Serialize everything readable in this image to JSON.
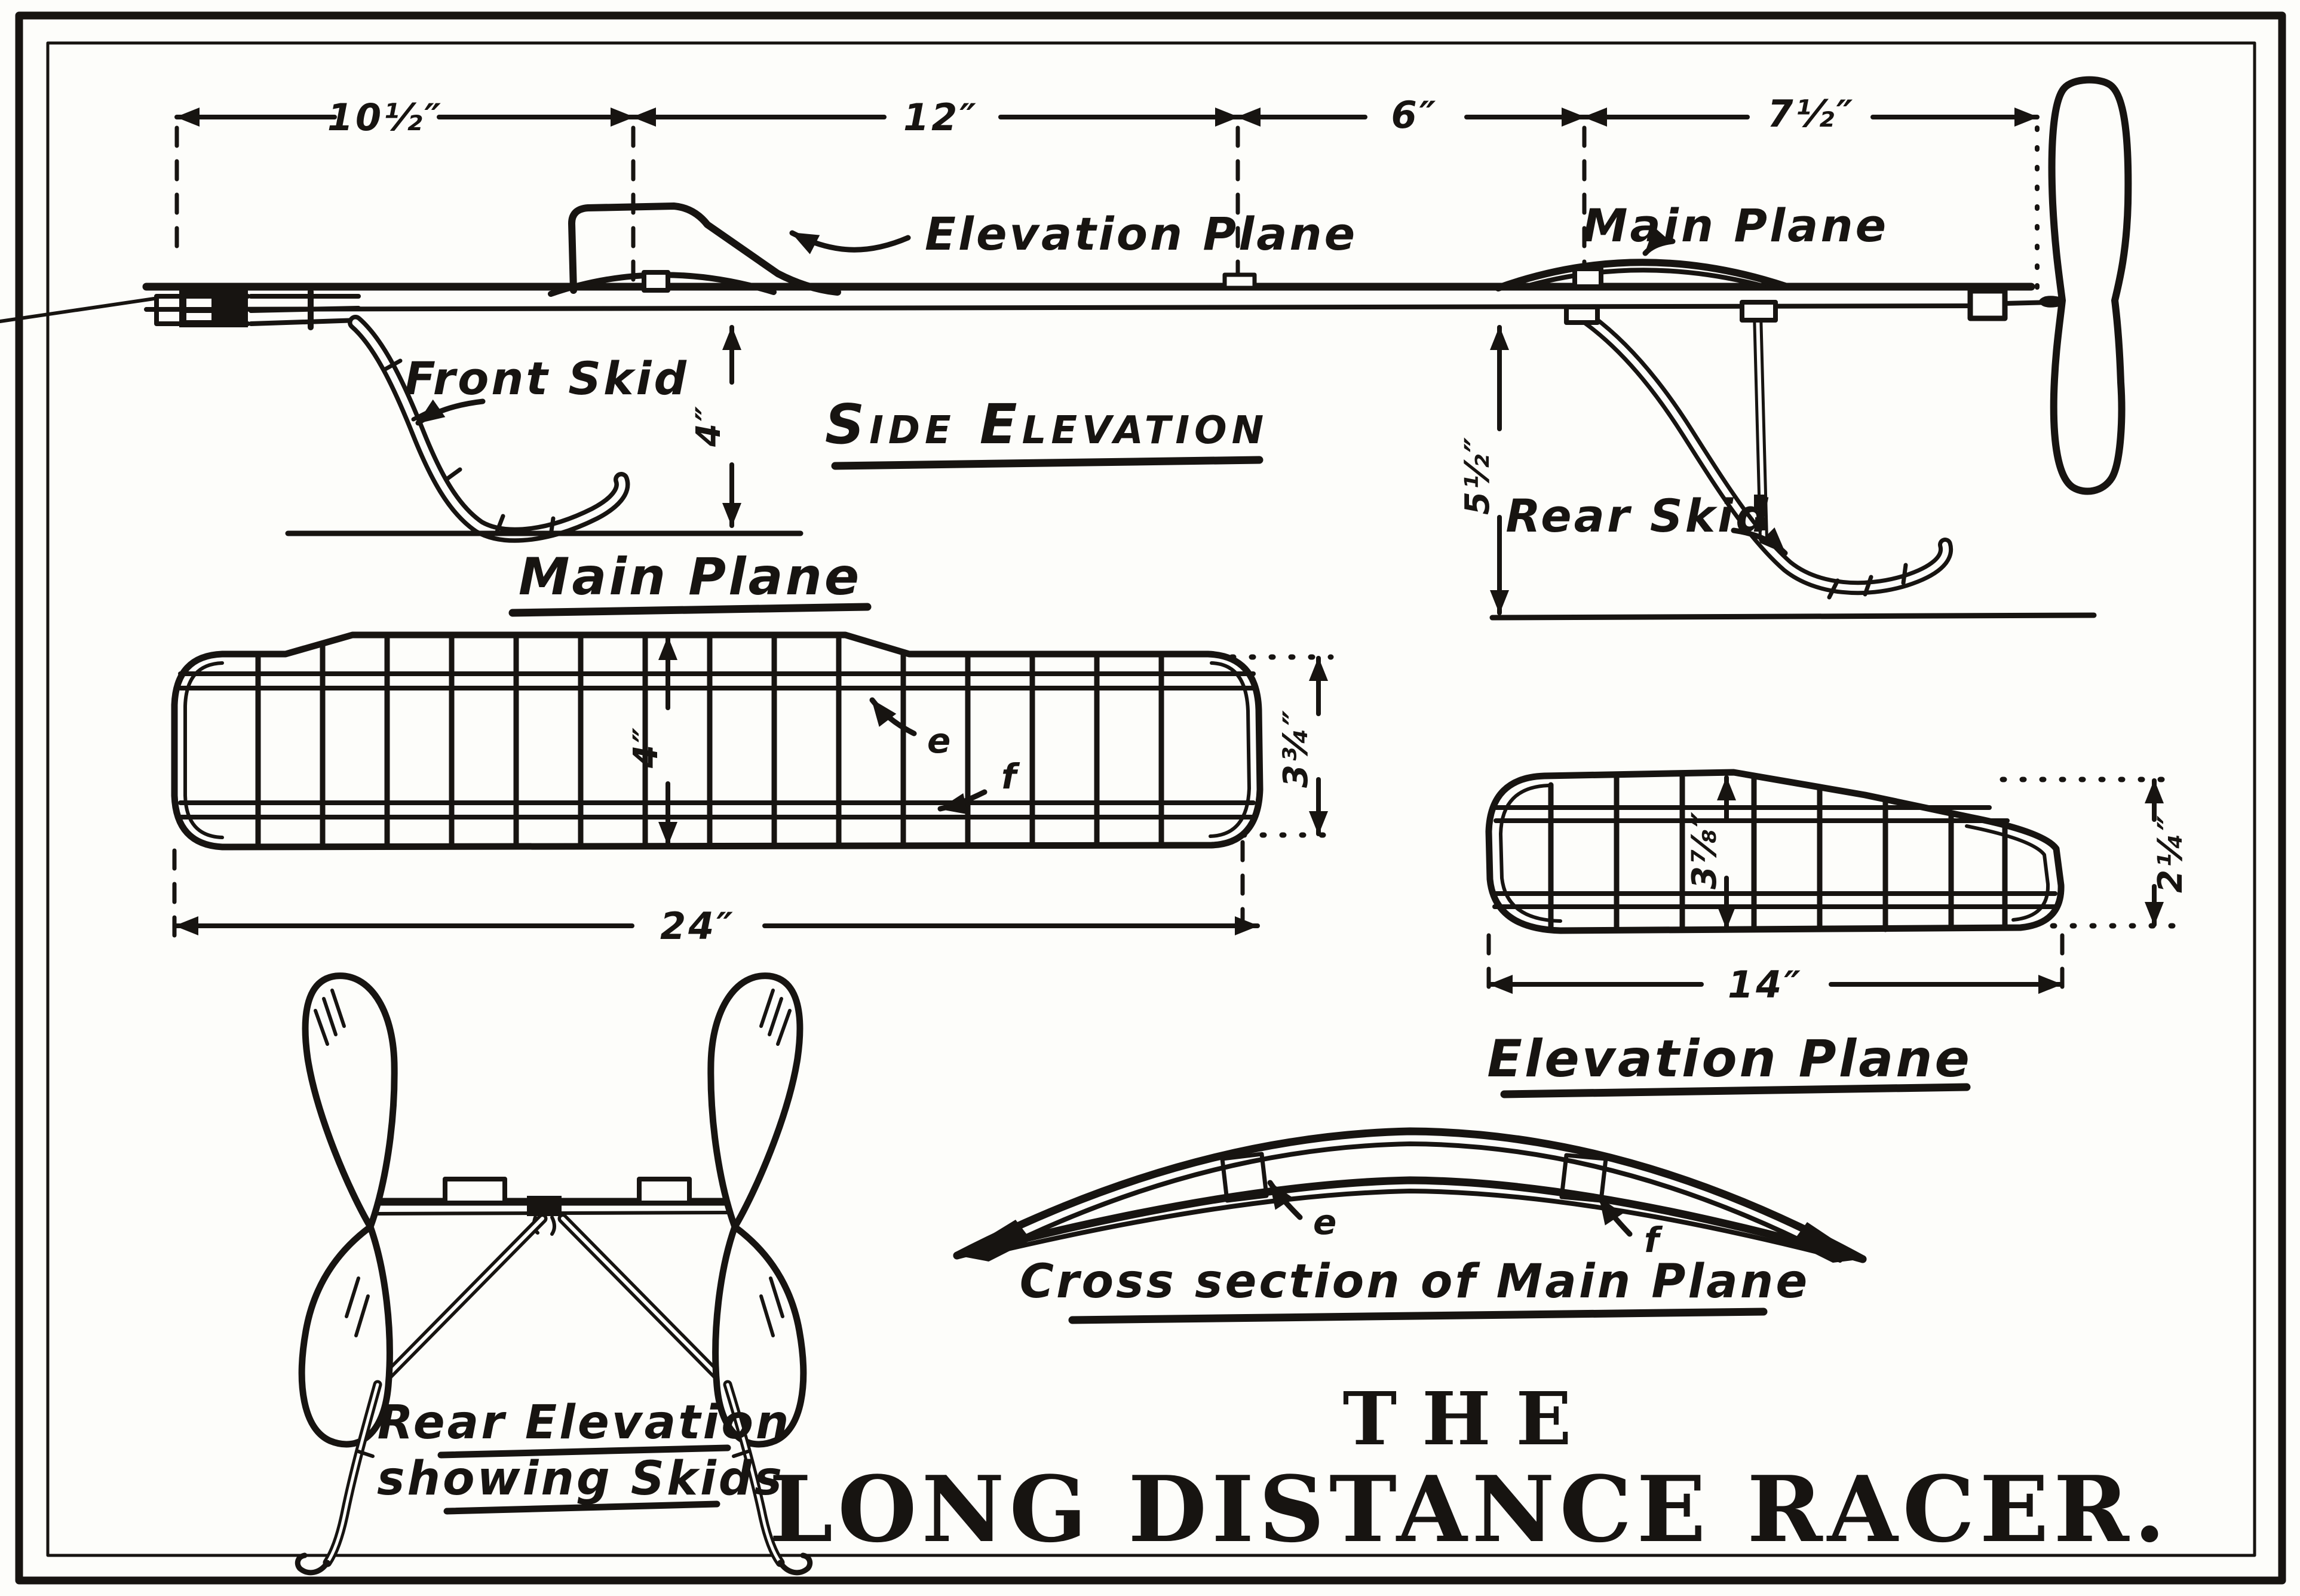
{
  "colors": {
    "ink": "#171411",
    "paper": "#fdfdfa"
  },
  "side_elevation": {
    "heading": "Side Elevation",
    "dim_10_5": "10½″",
    "dim_12": "12″",
    "dim_6": "6″",
    "dim_7_5": "7½″",
    "dim_front_height": "4″",
    "dim_rear_height": "5½″",
    "label_elevation_plane": "Elevation Plane",
    "label_main_plane": "Main Plane",
    "label_front_skid": "Front Skid",
    "label_rear_skid": "Rear Skid"
  },
  "main_plane": {
    "heading": "Main Plane",
    "dim_span": "24″",
    "dim_chord": "4″",
    "dim_tip": "3¾″",
    "label_e": "e",
    "label_f": "f"
  },
  "elevation_plane": {
    "heading": "Elevation Plane",
    "dim_span": "14″",
    "dim_chord": "3⅞″",
    "dim_tip": "2¼″"
  },
  "cross_section": {
    "caption": "Cross section of Main Plane",
    "label_e": "e",
    "label_f": "f"
  },
  "rear_elevation": {
    "caption_line1": "Rear Elevation",
    "caption_line2": "showing Skids"
  },
  "title": {
    "line1": "THE",
    "line2": "LONG DISTANCE RACER."
  }
}
